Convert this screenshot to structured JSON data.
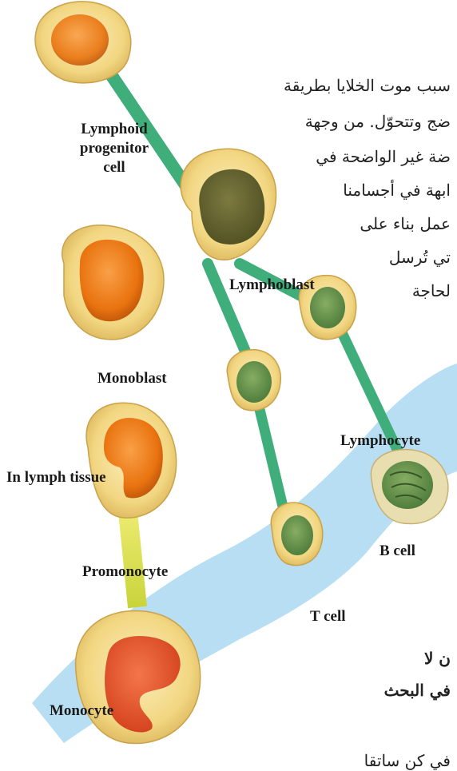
{
  "labels": {
    "lymphoid_progenitor_line1": "Lymphoid",
    "lymphoid_progenitor_line2": "progenitor",
    "lymphoid_progenitor_line3": "cell",
    "lymphoblast": "Lymphoblast",
    "monoblast": "Monoblast",
    "lymphocyte": "Lymphocyte",
    "in_lymph_tissue": "In lymph tissue",
    "b_cell": "B cell",
    "promonocyte": "Promonocyte",
    "t_cell": "T cell",
    "monocyte": "Monocyte"
  },
  "arabic_text": {
    "line1": "سبب موت الخلايا بطريقة",
    "line2": "ضج وتتحوّل. من وجهة",
    "line3": "ضة غير الواضحة في",
    "line4": "ابهة في أجسامنا",
    "line5": "عمل بناء على",
    "line6": "تي تُرسل",
    "line7": "لحاجة",
    "line8": "ن لا",
    "line9": "في البحث",
    "line10": "في كن ساتقا"
  },
  "colors": {
    "green_stem": "#3fae7a",
    "yellow_stem": "#e6e34a",
    "lymph_blue": "#9fd3ee",
    "cell_cytoplasm": "#f3d88a",
    "orange_nucleus": "#ef7d18",
    "green_nucleus": "#5b8e4a"
  }
}
